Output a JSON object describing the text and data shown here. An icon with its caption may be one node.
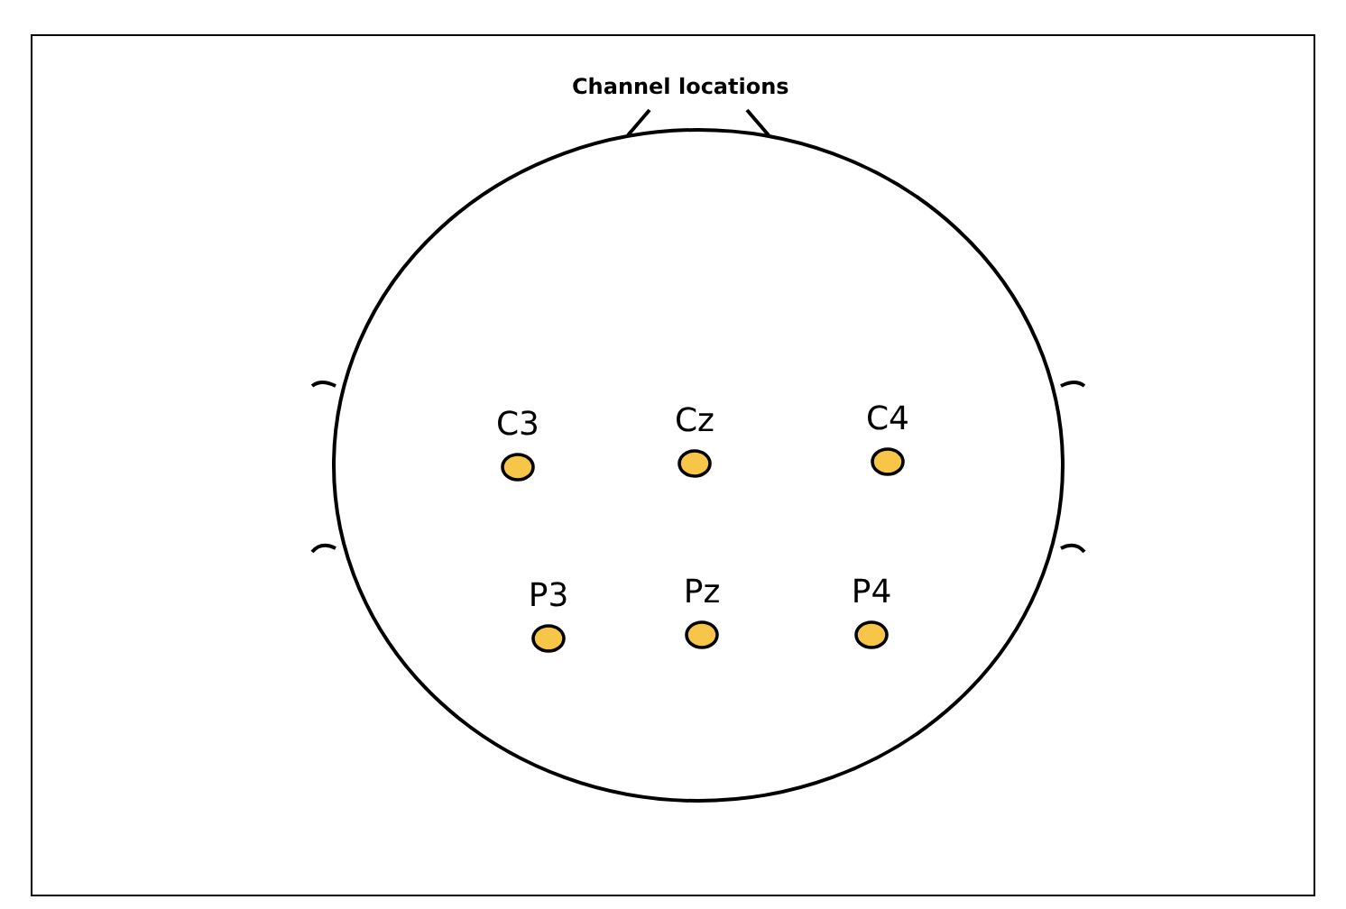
{
  "diagram": {
    "title": "Channel locations",
    "labels": [
      "C3",
      "Cz",
      "C4",
      "P3",
      "Pz",
      "P4"
    ]
  }
}
